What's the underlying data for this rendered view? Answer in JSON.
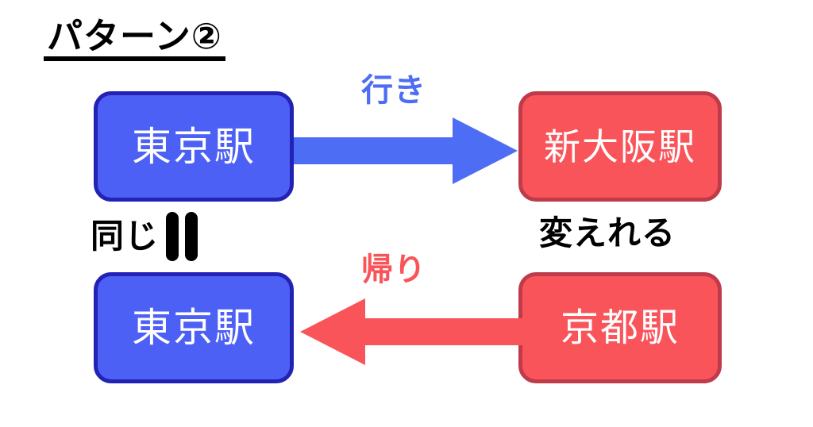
{
  "title": "パターン②",
  "boxes": {
    "tokyo_top": {
      "label": "東京駅",
      "fill": "#4d60f5",
      "border": "#2222b4",
      "text_color": "#ffffff"
    },
    "shin_osaka": {
      "label": "新大阪駅",
      "fill": "#fa545b",
      "border": "#bf3b4a",
      "text_color": "#ffffff"
    },
    "tokyo_bottom": {
      "label": "東京駅",
      "fill": "#4d60f5",
      "border": "#2222b4",
      "text_color": "#ffffff"
    },
    "kyoto": {
      "label": "京都駅",
      "fill": "#fa545b",
      "border": "#bf3b4a",
      "text_color": "#ffffff"
    }
  },
  "arrows": {
    "outbound": {
      "caption": "行き",
      "color": "#4d6df5",
      "direction": "right"
    },
    "return": {
      "caption": "帰り",
      "color": "#fa545b",
      "direction": "left"
    }
  },
  "annotations": {
    "same": "同じ",
    "equals_symbol": "‖",
    "changeable": "変えれる"
  }
}
